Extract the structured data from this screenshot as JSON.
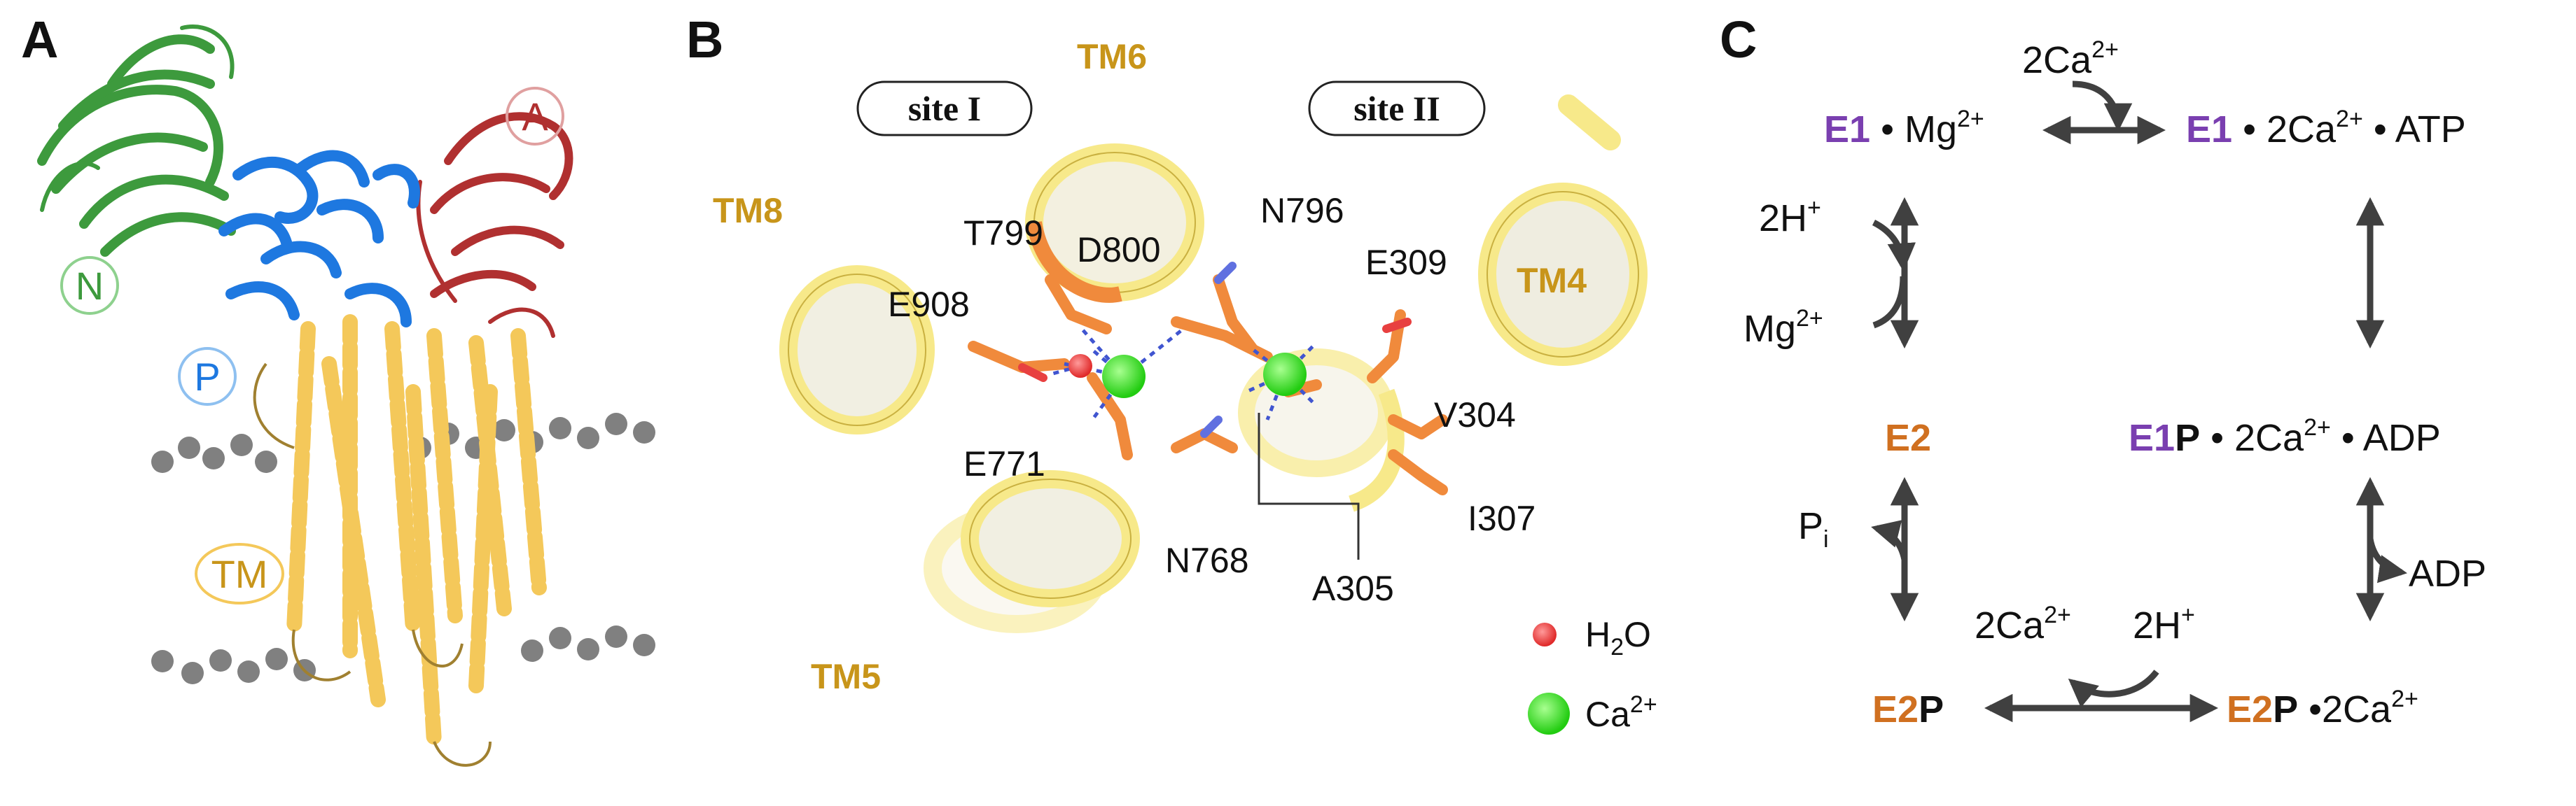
{
  "panels": {
    "a": "A",
    "b": "B",
    "c": "C"
  },
  "panel_a": {
    "domains": {
      "n": "N",
      "p": "P",
      "a": "A",
      "tm": "TM"
    },
    "colors": {
      "n": "#3d9a3d",
      "p": "#1e78e0",
      "a": "#b03030",
      "tm": "#f4c85a",
      "membrane": "#808080"
    }
  },
  "panel_b": {
    "site_labels": [
      "site I",
      "site II"
    ],
    "helices": [
      "TM6",
      "TM8",
      "TM4",
      "TM5"
    ],
    "residues": [
      "T799",
      "N796",
      "D800",
      "E309",
      "E908",
      "V304",
      "E771",
      "I307",
      "N768",
      "A305"
    ],
    "legend": {
      "water": "H",
      "water_sub": "2",
      "water_tail": "O",
      "calcium": "Ca",
      "calcium_sup": "2+"
    },
    "colors": {
      "helix": "#f7e98a",
      "helix_edge": "#c9b040",
      "sidechain": "#f08a3c",
      "water": "#e84040",
      "calcium": "#33dd22",
      "bond": "#4055d0"
    }
  },
  "panel_c": {
    "states": {
      "e1_mg": {
        "p1": "E1",
        "p2": " • Mg",
        "sup": "2+"
      },
      "e1_ca_atp": {
        "p1": "E1",
        "p2": " •  2Ca",
        "sup": "2+",
        "p3": " • ATP"
      },
      "e2": {
        "p1": "E2"
      },
      "e1p_ca_adp": {
        "p1": "E1",
        "p1b": "P",
        "p2": " • 2Ca",
        "sup": "2+",
        "p3": " • ADP"
      },
      "e2p": {
        "p1": "E2",
        "p1b": "P"
      },
      "e2p_ca": {
        "p1": "E2",
        "p1b": "P",
        "p2": " •2Ca",
        "sup": "2+"
      }
    },
    "arrow_labels": {
      "top_ca": {
        "t": "2Ca",
        "sup": "2+"
      },
      "left_h": {
        "t": "2H",
        "sup": "+"
      },
      "left_mg": {
        "t": "Mg",
        "sup": "2+"
      },
      "left_pi": {
        "t": "P",
        "sub": "i"
      },
      "right_adp": {
        "t": "ADP"
      },
      "bottom_ca": {
        "t": "2Ca",
        "sup": "2+"
      },
      "bottom_h": {
        "t": "2H",
        "sup": "+"
      }
    },
    "colors": {
      "e1": "#7a3fb0",
      "e2": "#d07020",
      "arrow": "#404040"
    }
  }
}
